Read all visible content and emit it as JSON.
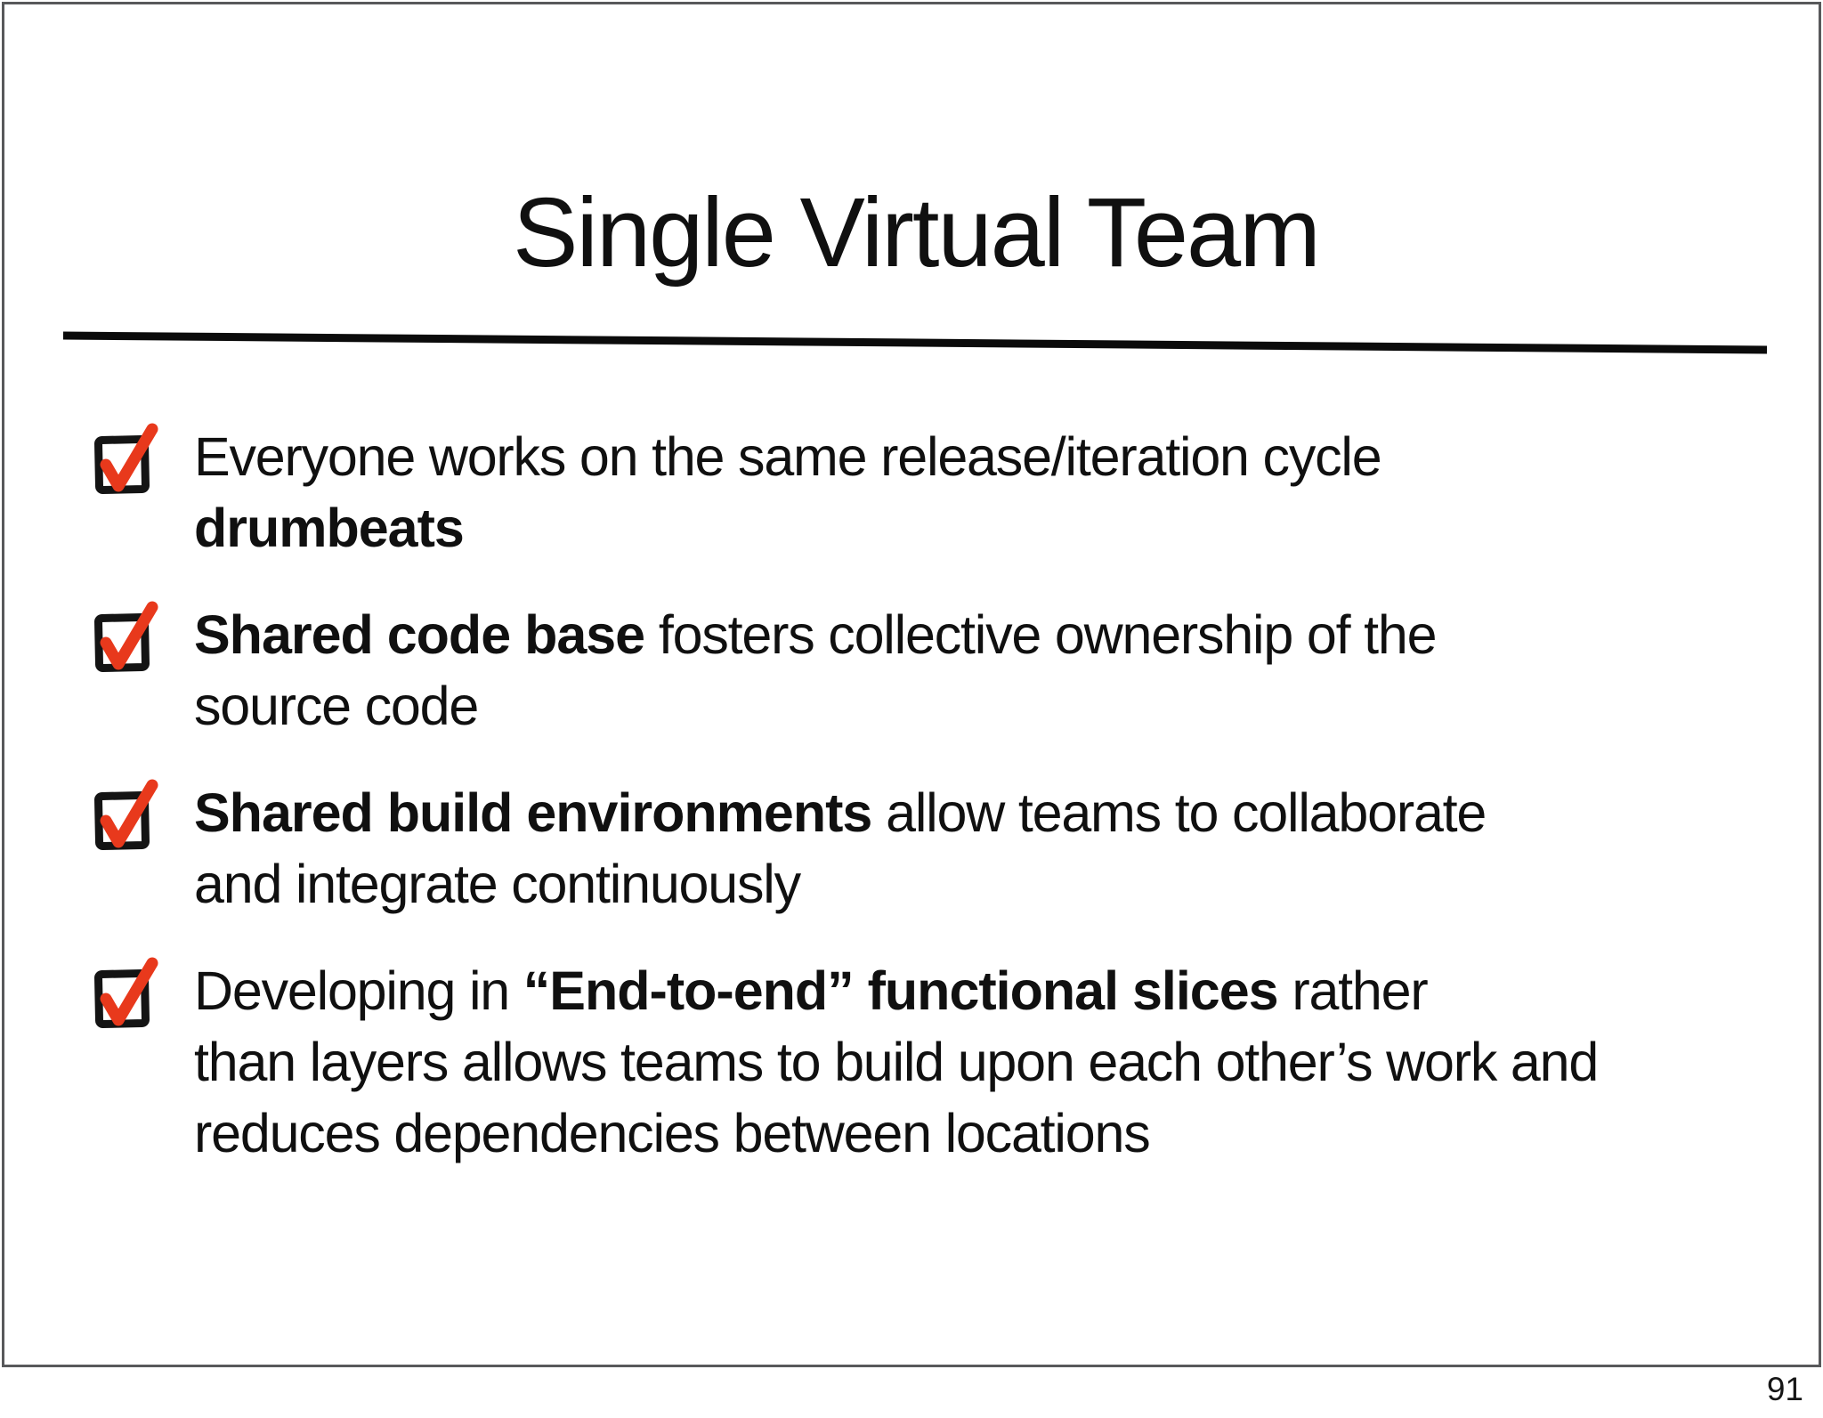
{
  "slide": {
    "title": "Single Virtual Team",
    "page_number": "91",
    "colors": {
      "ink": "#101010",
      "check_red": "#e8391c",
      "frame_border": "#58595b",
      "divider": "#0b0b0b"
    },
    "icons": {
      "bullet_icon": "checkbox-checked-icon"
    }
  },
  "bullets": [
    {
      "lines": [
        [
          {
            "t": "Everyone works on the same release/iteration cycle",
            "b": false
          }
        ],
        [
          {
            "t": "drumbeats",
            "b": true
          }
        ]
      ]
    },
    {
      "lines": [
        [
          {
            "t": "Shared code base",
            "b": true
          },
          {
            "t": " fosters collective ownership of the",
            "b": false
          }
        ],
        [
          {
            "t": "source code",
            "b": false
          }
        ]
      ]
    },
    {
      "lines": [
        [
          {
            "t": "Shared build environments",
            "b": true
          },
          {
            "t": " allow teams to collaborate",
            "b": false
          }
        ],
        [
          {
            "t": "and integrate continuously",
            "b": false
          }
        ]
      ]
    },
    {
      "lines": [
        [
          {
            "t": "Developing in ",
            "b": false
          },
          {
            "t": "“End-to-end” functional slices",
            "b": true
          },
          {
            "t": " rather",
            "b": false
          }
        ],
        [
          {
            "t": "than layers allows teams to build upon each other’s work and",
            "b": false
          }
        ],
        [
          {
            "t": "reduces dependencies between locations",
            "b": false
          }
        ]
      ]
    }
  ]
}
